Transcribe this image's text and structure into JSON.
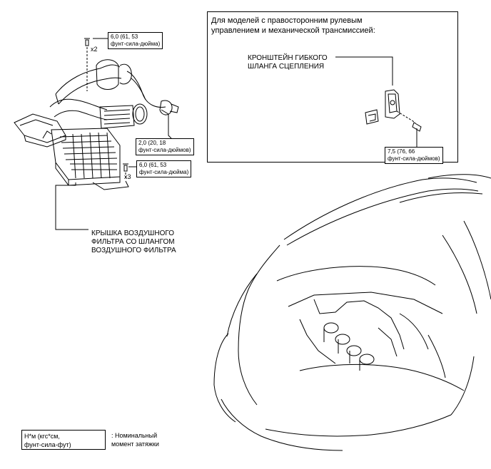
{
  "torque_labels": {
    "t1": {
      "line1": "6,0 (61, 53",
      "line2": "фунт-сила-дюйма)",
      "multiplier": "x2"
    },
    "t2": {
      "line1": "2,0 (20, 18",
      "line2": "фунт-сила-дюймов)"
    },
    "t3": {
      "line1": "6,0 (61, 53",
      "line2": "фунт-сила-дюйма)",
      "multiplier": "x3"
    },
    "t4": {
      "line1": "7,5 (76, 66",
      "line2": "фунт-сила-дюймов)"
    }
  },
  "callouts": {
    "air_filter_cover": {
      "line1": "КРЫШКА ВОЗДУШНОГО",
      "line2": "ФИЛЬТРА СО ШЛАНГОМ",
      "line3": "ВОЗДУШНОГО ФИЛЬТРА"
    },
    "bracket": {
      "line1": "КРОНШТЕЙН ГИБКОГО",
      "line2": "ШЛАНГА СЦЕПЛЕНИЯ"
    }
  },
  "inset": {
    "title_line1": "Для моделей с правосторонним рулевым",
    "title_line2": "управлением и механической трансмиссией:"
  },
  "legend": {
    "unit_line1": "Н*м (кгс*см,",
    "unit_line2": "фунт-сила-фут)",
    "desc_line1": ": Номинальный",
    "desc_line2": "момент затяжки"
  }
}
